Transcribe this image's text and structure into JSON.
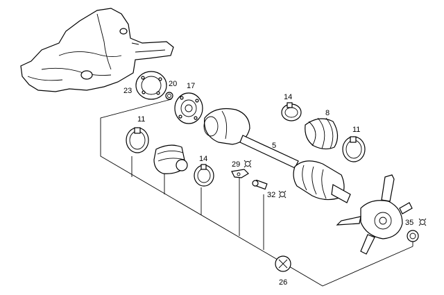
{
  "callouts": {
    "c23": "23",
    "c20": "20",
    "c17": "17",
    "c14a": "14",
    "c8": "8",
    "c11a": "11",
    "c11b": "11",
    "c5": "5",
    "c14b": "14",
    "c29": "29",
    "c32": "32",
    "c35": "35",
    "c26": "26"
  },
  "icons": {
    "torque_marker": "sun-gear-symbol",
    "tool_marker": "wrench-symbol"
  }
}
